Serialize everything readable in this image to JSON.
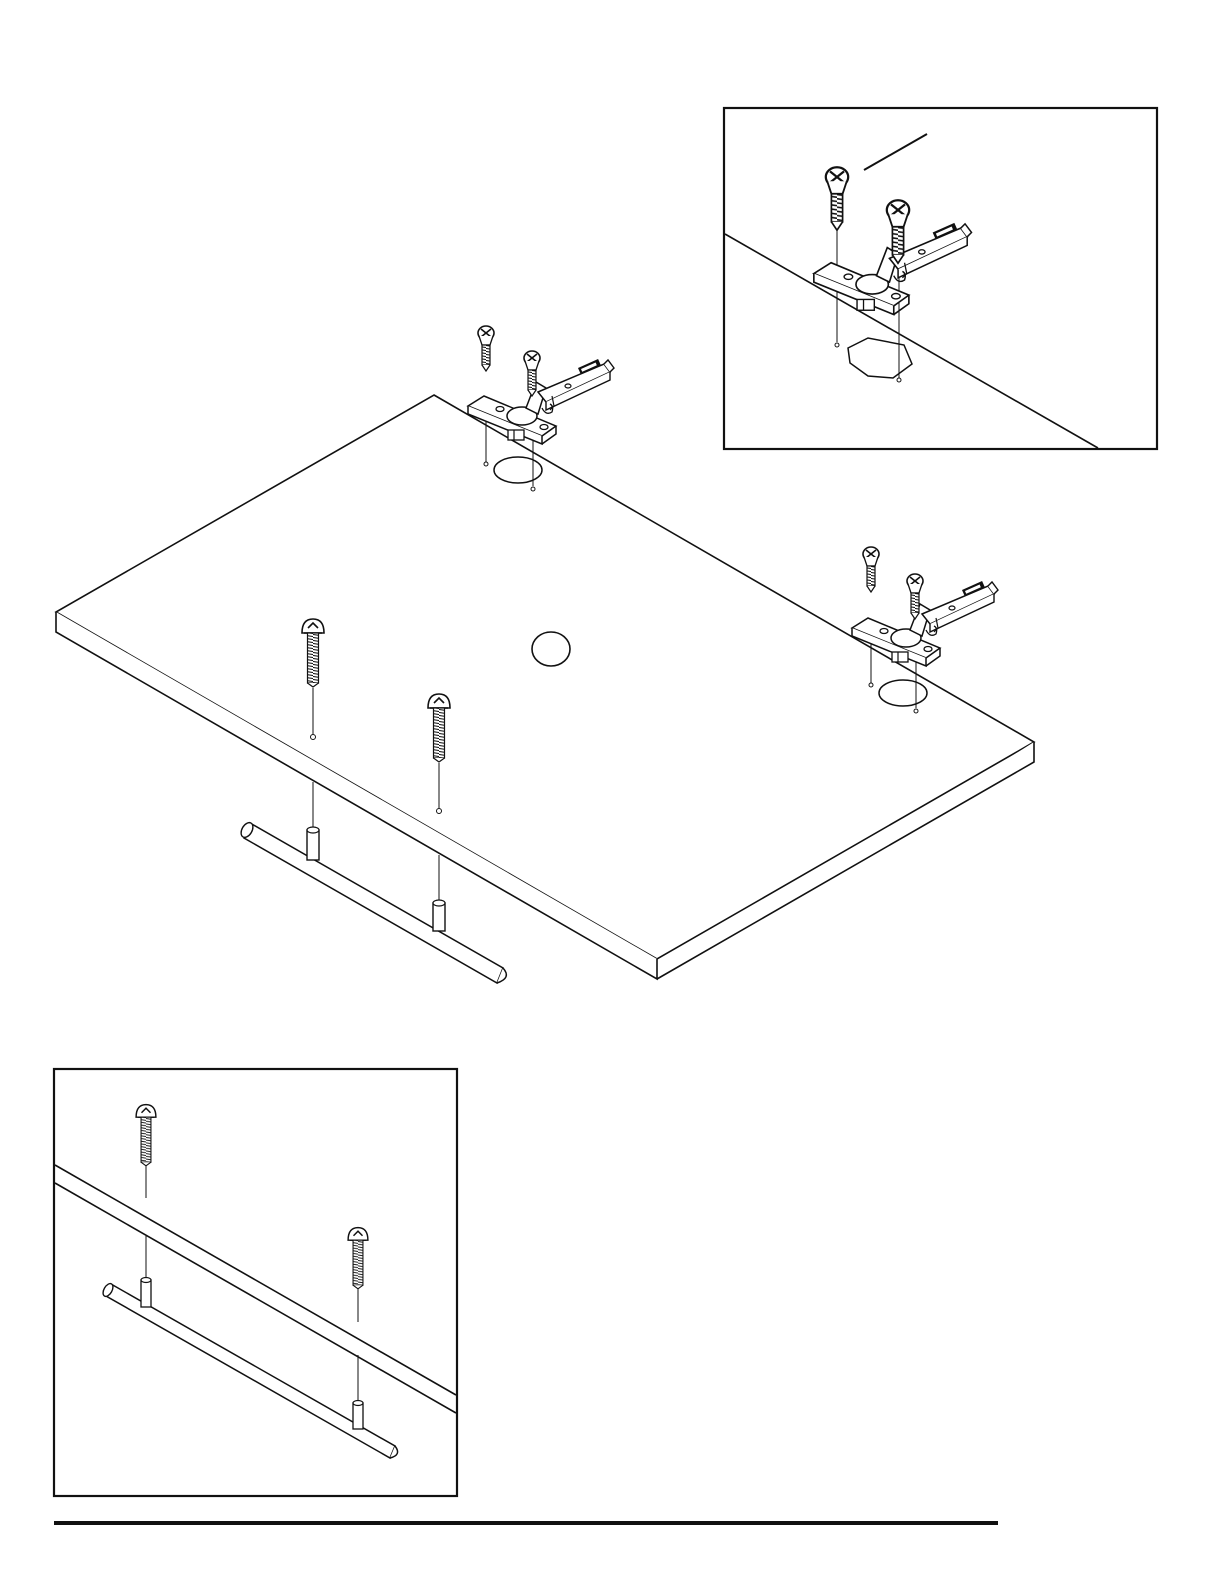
{
  "page": {
    "background": "#ffffff",
    "ink": "#111111"
  },
  "figures": {
    "main": {
      "parts": [
        "door-panel",
        "hinge",
        "hinge",
        "pull-handle",
        "screw",
        "screw",
        "knob-hole"
      ]
    },
    "hinge_detail": {
      "parts": [
        "hinge",
        "screw",
        "screw",
        "cup-hole"
      ]
    },
    "handle_detail": {
      "parts": [
        "pull-handle",
        "screw",
        "screw"
      ]
    }
  },
  "icons": {
    "hinge": "concealed-hinge-icon",
    "screw_flat": "flat-head-screw-icon",
    "screw_round": "round-head-screw-icon",
    "handle": "bar-pull-handle-icon"
  }
}
